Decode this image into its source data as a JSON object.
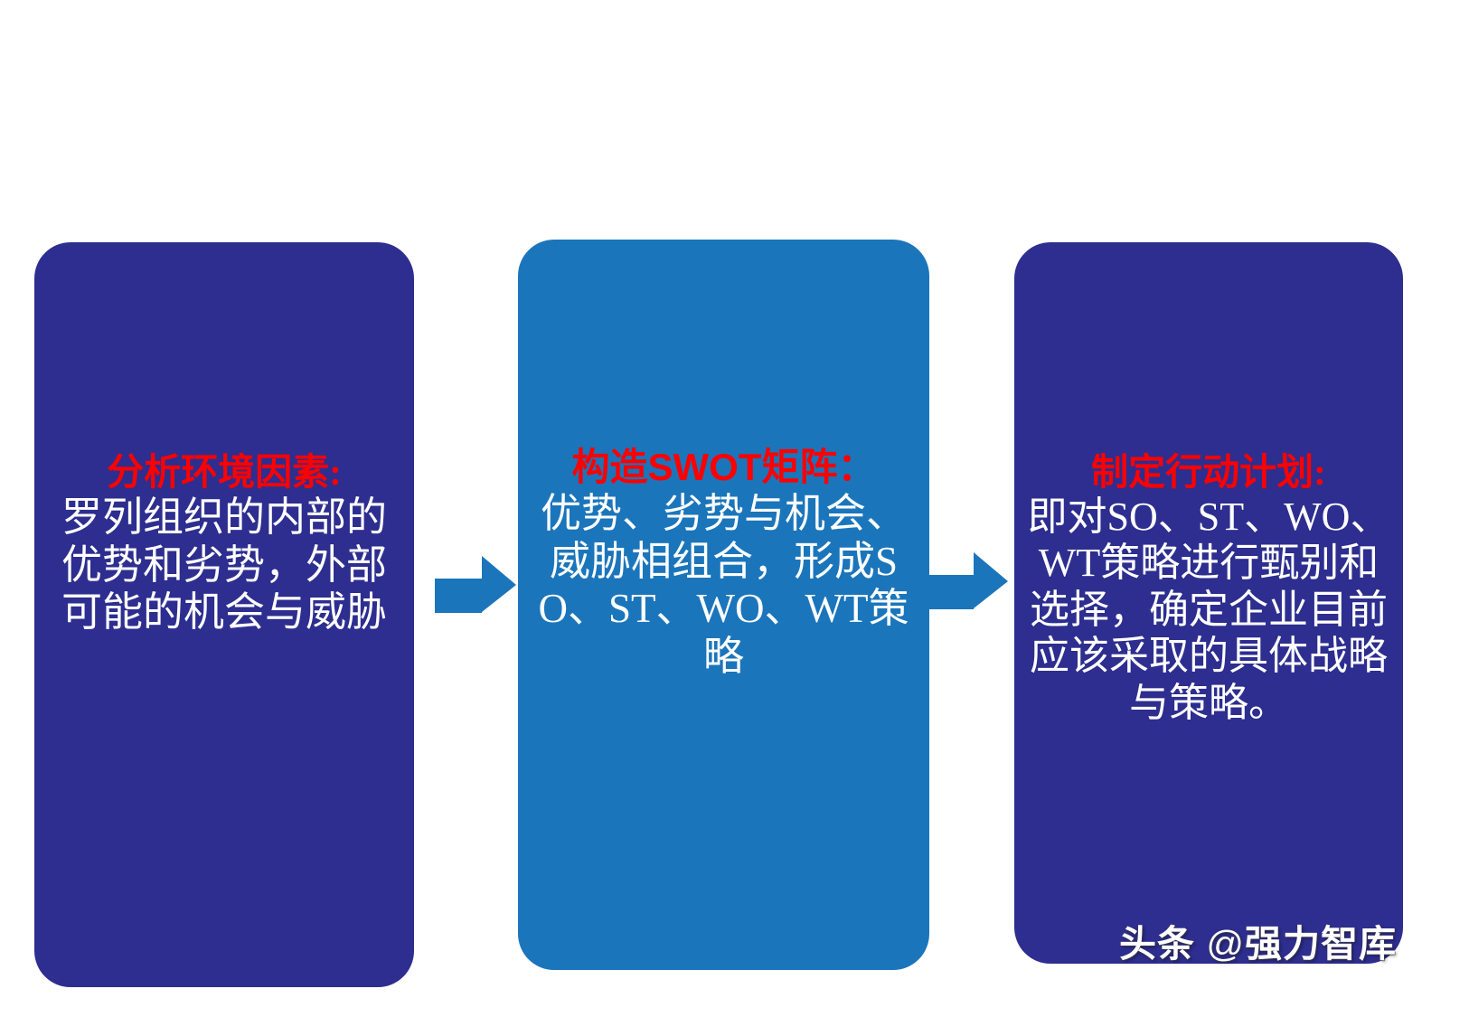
{
  "slide": {
    "background_color": "#ffffff",
    "title_color": "#ff0000",
    "body_color": "#ffffff"
  },
  "steps": [
    {
      "id": "analyze-environment",
      "title": "分析环境因素:",
      "body": "罗列组织的内部的优势和劣势，外部可能的机会与威胁",
      "color": "#2d2e8f"
    },
    {
      "id": "build-swot-matrix",
      "title_prefix": "构造",
      "title_acronym": "SWOT",
      "title_suffix": "矩阵：",
      "title": "构造SWOT矩阵：",
      "body": "优势、劣势与机会、威胁相组合，形成SO、ST、WO、WT策略",
      "color": "#1b75bb"
    },
    {
      "id": "make-action-plan",
      "title": "制定行动计划:",
      "body": "即对SO、ST、WO、WT策略进行甄别和选择，确定企业目前应该采取的具体战略与策略。",
      "color": "#2d2e8f"
    }
  ],
  "arrows": [
    {
      "id": "arrow-step1-to-step2",
      "color": "#1b75bb",
      "direction": "right"
    },
    {
      "id": "arrow-step2-to-step3",
      "color": "#1b75bb",
      "direction": "right"
    }
  ],
  "watermark": {
    "platform": "头条",
    "at": " @",
    "account": "强力智库",
    "full": "头条 @强力智库",
    "color": "#ffffff"
  }
}
